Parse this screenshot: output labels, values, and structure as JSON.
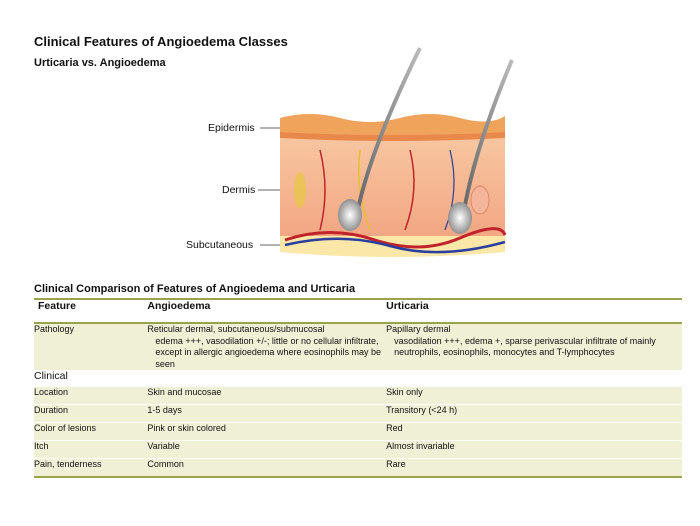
{
  "title": "Clinical Features of Angioedema Classes",
  "subtitle": "Urticaria vs. Angioedema",
  "figure": {
    "layers": [
      "Epidermis",
      "Dermis",
      "Subcutaneous"
    ]
  },
  "section_title": "Clinical Comparison of Features of  Angioedema and Urticaria",
  "table": {
    "headers": [
      "Feature",
      "Angioedema",
      "Urticaria"
    ],
    "pathology": {
      "label": "Pathology",
      "angio_line1": "Reticular dermal, subcutaneous/submucosal",
      "angio_rest": "edema +++, vasodilation +/-; little or no cellular infiltrate, except in allergic angioedema where eosinophils may be seen",
      "urt_line1": "Papillary dermal",
      "urt_rest": "vasodilation +++, edema +, sparse perivascular infiltrate of mainly neutrophils, eosinophils, monocytes and T-lymphocytes"
    },
    "clinical_label": "Clinical",
    "rows": [
      {
        "feature": "Location",
        "angioedema": "Skin and mucosae",
        "urticaria": "Skin only"
      },
      {
        "feature": "Duration",
        "angioedema": "1-5 days",
        "urticaria": "Transitory (<24 h)"
      },
      {
        "feature": "Color of lesions",
        "angioedema": "Pink or skin colored",
        "urticaria": "Red"
      },
      {
        "feature": "Itch",
        "angioedema": "Variable",
        "urticaria": "Almost invariable"
      },
      {
        "feature": "Pain, tenderness",
        "angioedema": "Common",
        "urticaria": "Rare"
      }
    ]
  },
  "colors": {
    "band": "#f0f0d6",
    "rule": "#9aa24a",
    "skin_top": "#f0a35a",
    "dermis": "#f6c7a4",
    "fat": "#fbe6a6"
  }
}
